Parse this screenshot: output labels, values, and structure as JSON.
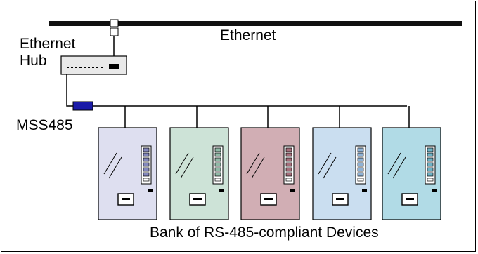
{
  "labels": {
    "ethernet": "Ethernet",
    "hub_line1": "Ethernet",
    "hub_line2": "Hub",
    "converter": "MSS485",
    "bank": "Bank of RS-485-compliant Devices"
  },
  "devices": [
    {
      "color": "#dedff0"
    },
    {
      "color": "#cde3d7"
    },
    {
      "color": "#d1aeb4"
    },
    {
      "color": "#cadef0"
    },
    {
      "color": "#b1dbe6"
    }
  ],
  "button_colors": [
    "#8488bd",
    "#8fb9a6",
    "#a76f7c",
    "#8fb2d6",
    "#6fb2c6"
  ],
  "colors": {
    "line": "#000000",
    "converter": "#1a1aa8",
    "hub": "#e9e9e9"
  }
}
